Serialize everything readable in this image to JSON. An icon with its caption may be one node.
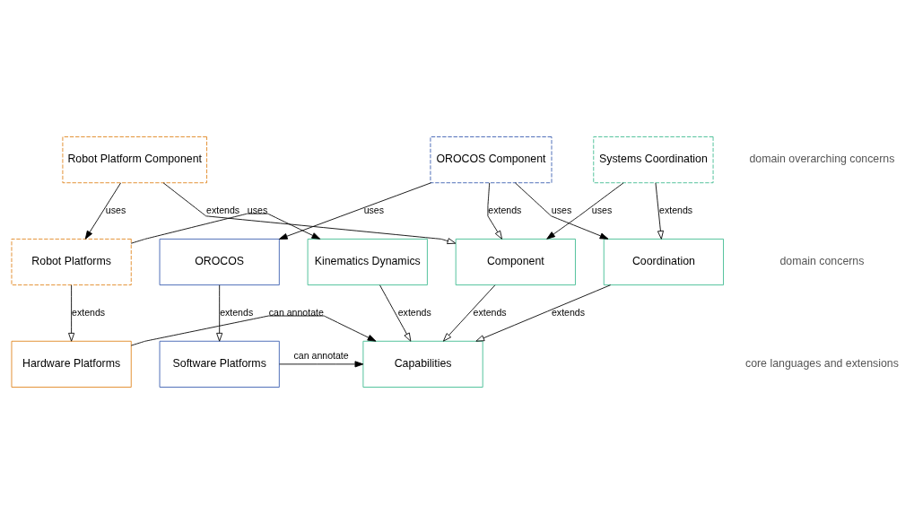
{
  "diagram": {
    "nodes": [
      {
        "text": [
          "Robot Platform Component"
        ]
      },
      {
        "text": [
          "Systems Coordination"
        ]
      },
      {
        "text": [
          "OROCOS Component"
        ]
      },
      {
        "text": [
          "Kinematics Dynamics"
        ]
      },
      {
        "text": [
          "Coordination"
        ]
      },
      {
        "text": [
          "Component"
        ]
      },
      {
        "text": [
          "OROCOS"
        ]
      },
      {
        "text": [
          "Robot Platforms"
        ]
      },
      {
        "text": [
          "Capabilities"
        ]
      },
      {
        "text": [
          "Software Platforms"
        ]
      },
      {
        "text": [
          "Hardware Platforms"
        ]
      }
    ],
    "edges": [
      {
        "from": 0,
        "to": 5,
        "arrow": "to",
        "label": "extends"
      },
      {
        "from": 0,
        "to": 7,
        "arrow": "to",
        "label": "uses"
      },
      {
        "from": 1,
        "to": 4,
        "arrow": "to",
        "label": "extends"
      },
      {
        "from": 1,
        "to": 5,
        "arrow": "to",
        "label": "uses"
      },
      {
        "from": 2,
        "to": 4,
        "arrow": "to",
        "label": "uses"
      },
      {
        "from": 2,
        "to": 5,
        "arrow": "to",
        "label": "extends"
      },
      {
        "from": 2,
        "to": 6,
        "arrow": "to",
        "label": "uses"
      },
      {
        "from": 3,
        "to": 8,
        "arrow": "to",
        "label": "extends"
      },
      {
        "from": 4,
        "to": 8,
        "arrow": "to",
        "label": "extends"
      },
      {
        "from": 5,
        "to": 8,
        "arrow": "to",
        "label": "extends"
      },
      {
        "from": 6,
        "to": 9,
        "arrow": "to",
        "label": "extends"
      },
      {
        "from": 7,
        "to": 10,
        "arrow": "to",
        "label": "extends"
      },
      {
        "from": 9,
        "to": 8,
        "arrow": "to",
        "label": "can annotate"
      },
      {
        "from": 10,
        "to": 8,
        "arrow": "to",
        "label": "can annotate"
      },
      {
        "from": 7,
        "to": 3,
        "arrow": "to",
        "label": "uses"
      }
    ],
    "labels": [
      "domain overarching concerns",
      "domain concerns",
      "core languages and extensions"
    ]
  }
}
